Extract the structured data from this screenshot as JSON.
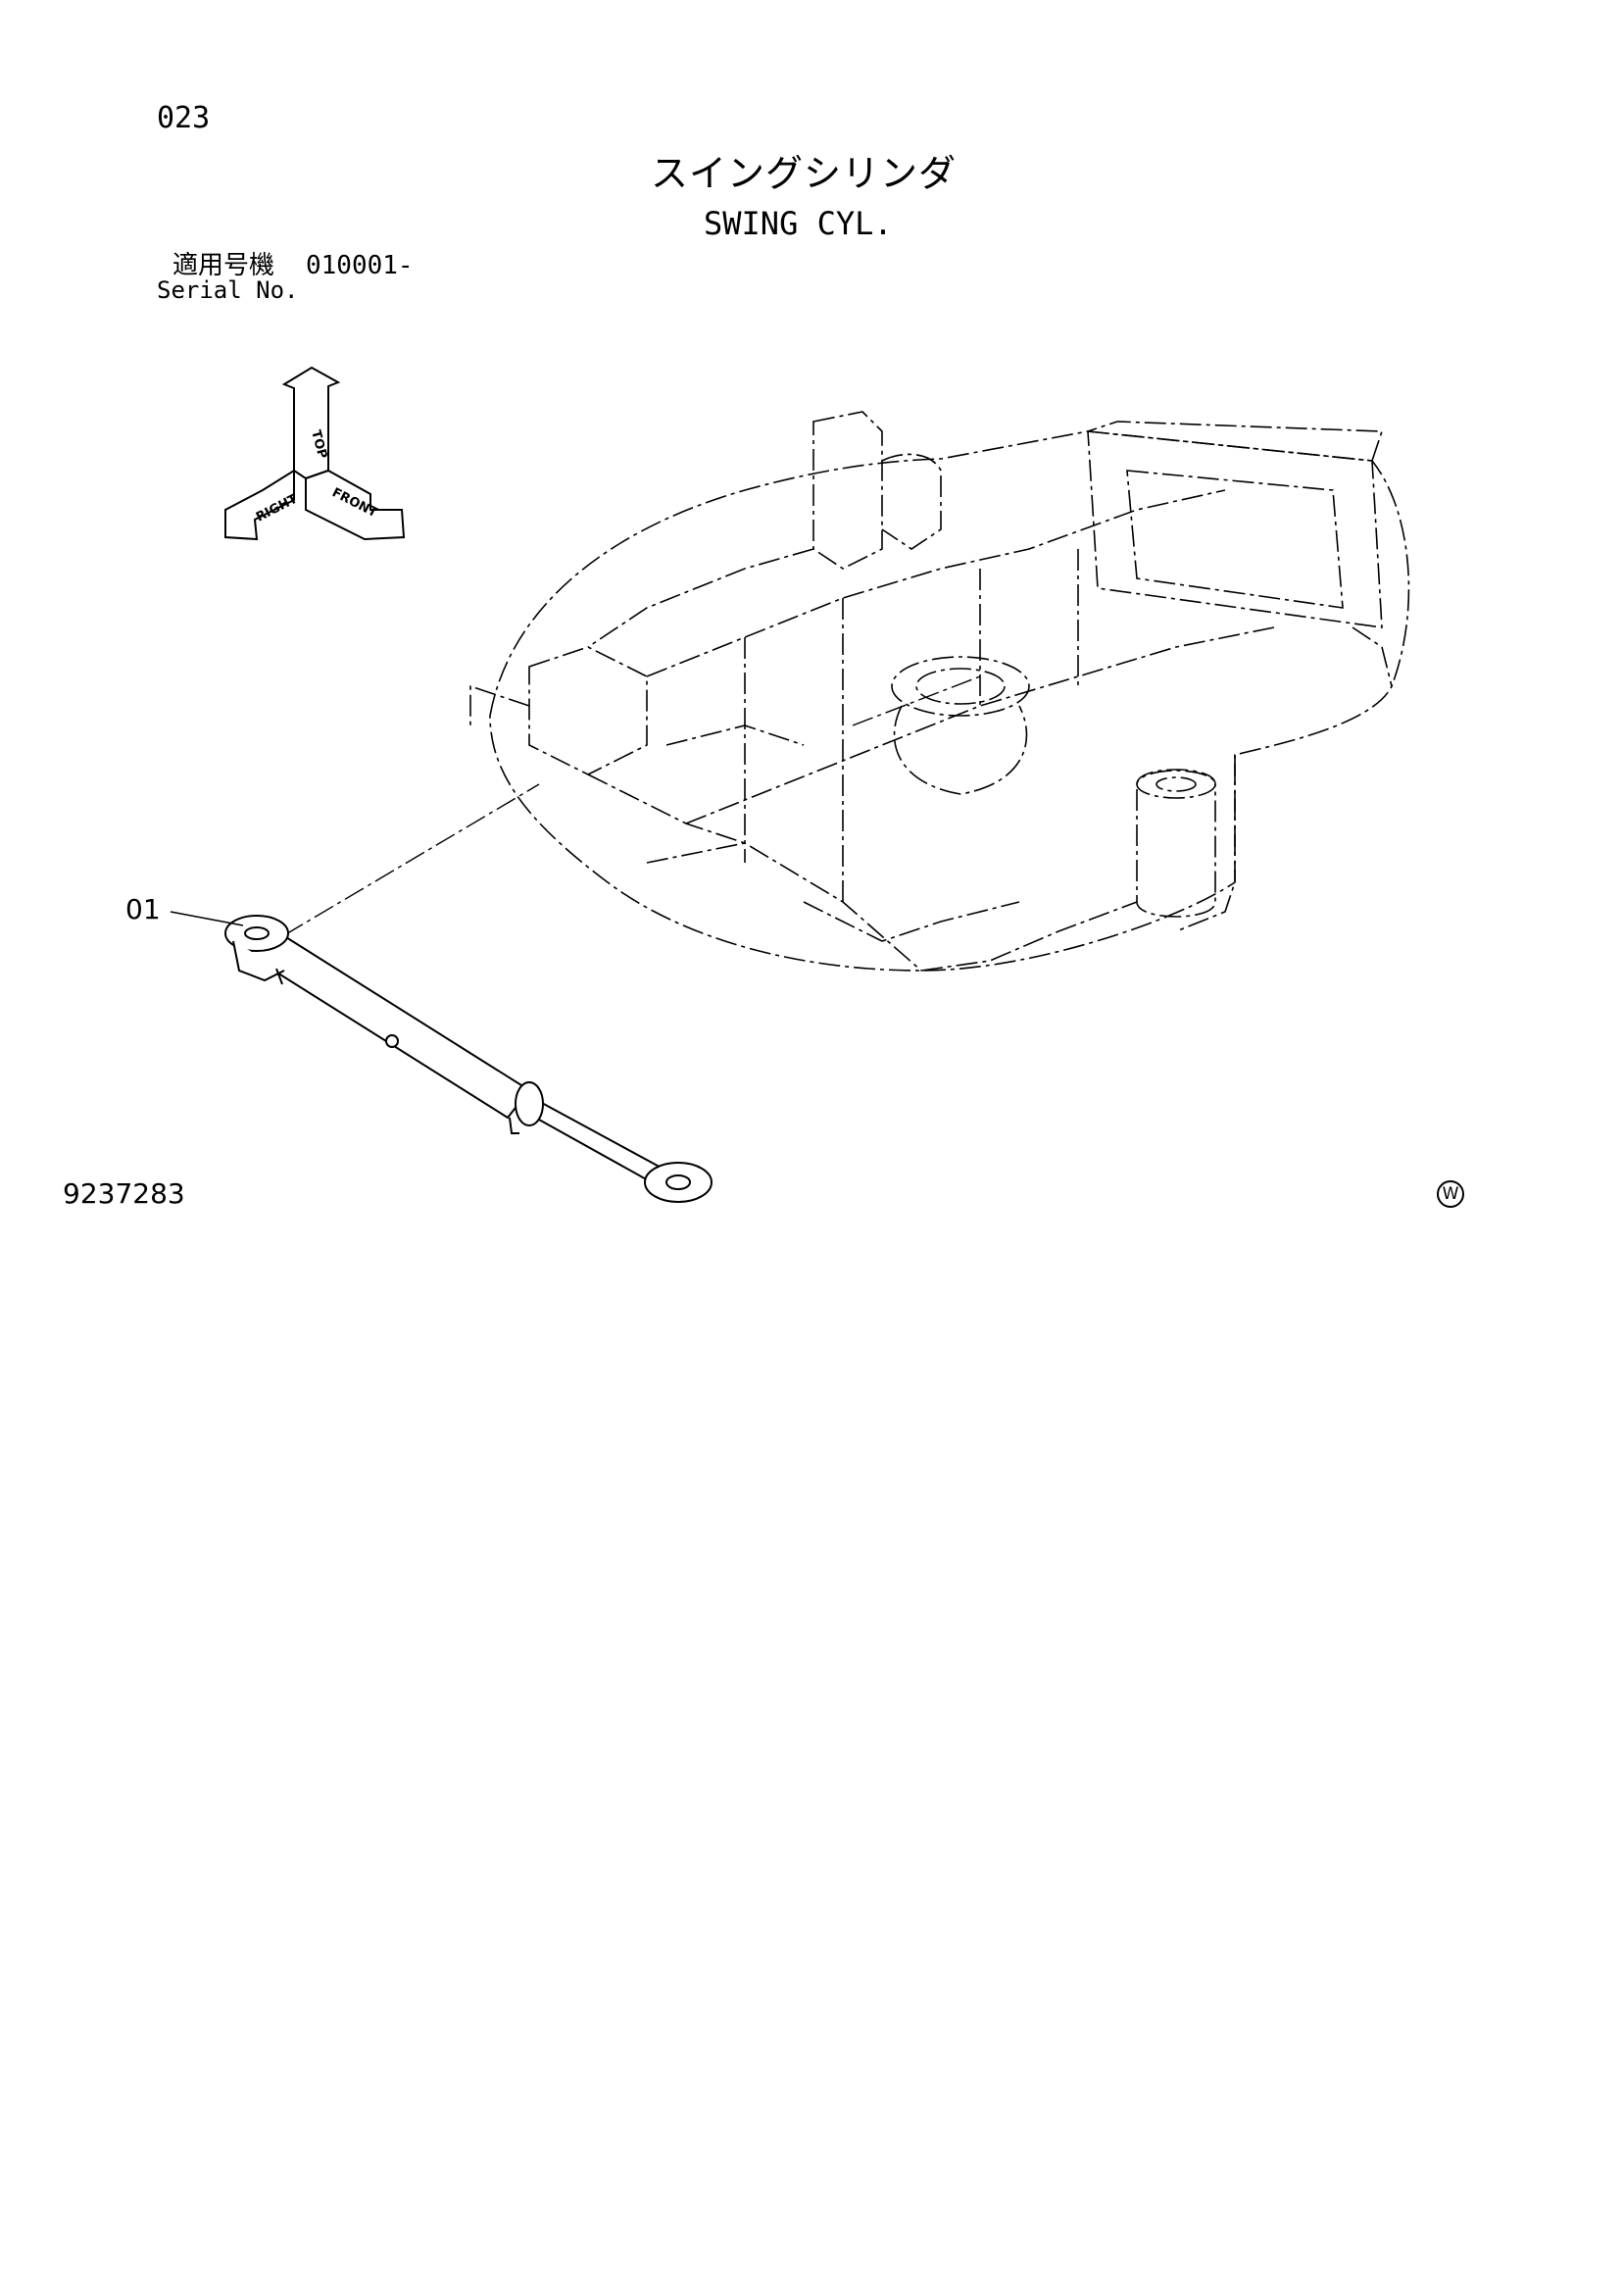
{
  "header": {
    "page_number": "023",
    "title_jp": "スイングシリンダ",
    "title_en": "SWING CYL."
  },
  "serial": {
    "label_jp": "適用号機",
    "value": "010001-",
    "label_en": "Serial No."
  },
  "orientation": {
    "top": "TOP",
    "right": "RIGHT",
    "front": "FRONT"
  },
  "parts": [
    {
      "label": "01",
      "name": "swing-cylinder"
    }
  ],
  "footer": {
    "drawing_number": "9237283",
    "mark": "W"
  }
}
